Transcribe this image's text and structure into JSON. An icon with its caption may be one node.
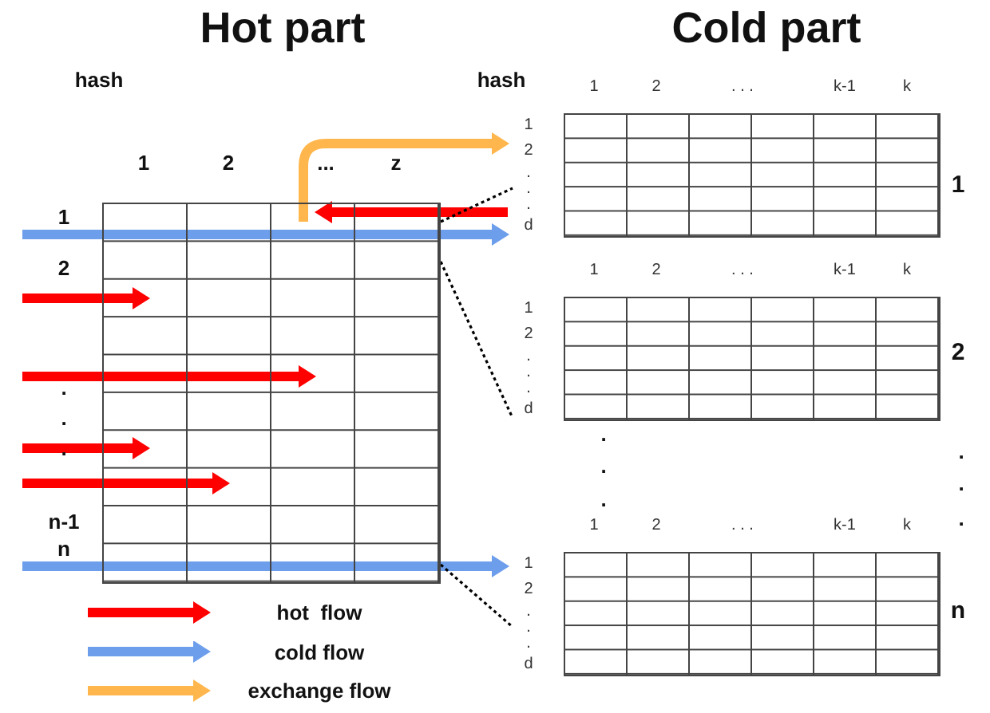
{
  "diagram": {
    "nodes": [
      {
        "text": [],
        "shape": "box"
      },
      {
        "text": [],
        "shape": "box",
        "beside": [
          "1"
        ]
      },
      {
        "text": [],
        "shape": "box",
        "beside": [
          "2"
        ]
      },
      {
        "text": [],
        "shape": "box",
        "beside": [
          "n"
        ]
      }
    ],
    "edges": [
      {
        "from": null,
        "to": 1,
        "arrow": "to",
        "color": "#6d9eeb"
      },
      {
        "from": 1,
        "to": 0,
        "arrow": "to",
        "color": "#ff0000"
      },
      {
        "from": 0,
        "to": 1,
        "arrow": "to",
        "color": "#ffb74d"
      },
      {
        "from": 0,
        "to": 1,
        "arrow": "none",
        "style": "dashed",
        "color": "#000000"
      },
      {
        "from": 0,
        "to": 2,
        "arrow": "none",
        "style": "dashed",
        "color": "#000000"
      },
      {
        "from": null,
        "to": 0,
        "arrow": "to",
        "color": "#ff0000"
      },
      {
        "from": null,
        "to": 0,
        "arrow": "to",
        "color": "#ff0000"
      },
      {
        "from": null,
        "to": 0,
        "arrow": "to",
        "color": "#ff0000"
      },
      {
        "from": null,
        "to": 0,
        "arrow": "to",
        "color": "#ff0000"
      },
      {
        "from": null,
        "to": 3,
        "arrow": "to",
        "color": "#6d9eeb"
      },
      {
        "from": 0,
        "to": 3,
        "arrow": "none",
        "style": "dashed",
        "color": "#000000"
      }
    ],
    "labels": [
      "Hot part",
      "Cold part",
      "hash",
      "hash",
      "1",
      "2",
      "...",
      "z",
      "1",
      "2",
      ".",
      ".",
      ".",
      "n-1",
      "n",
      "1",
      "2",
      ". . .",
      "k-1",
      "k",
      "1",
      "2",
      ".",
      ".",
      ".",
      "d",
      "1",
      "2",
      ". . .",
      "k-1",
      "k",
      "1",
      "2",
      ".",
      ".",
      ".",
      "d",
      ".",
      ".",
      ".",
      ".",
      ".",
      ".",
      "1",
      "2",
      ". . .",
      "k-1",
      "k",
      "1",
      "2",
      ".",
      ".",
      ".",
      "d"
    ],
    "legend": [
      {
        "text": "hot  flow",
        "color": "#ff0000"
      },
      {
        "text": "cold flow",
        "color": "#6d9eeb"
      },
      {
        "text": "exchange flow",
        "color": "#ffb74d"
      }
    ]
  }
}
